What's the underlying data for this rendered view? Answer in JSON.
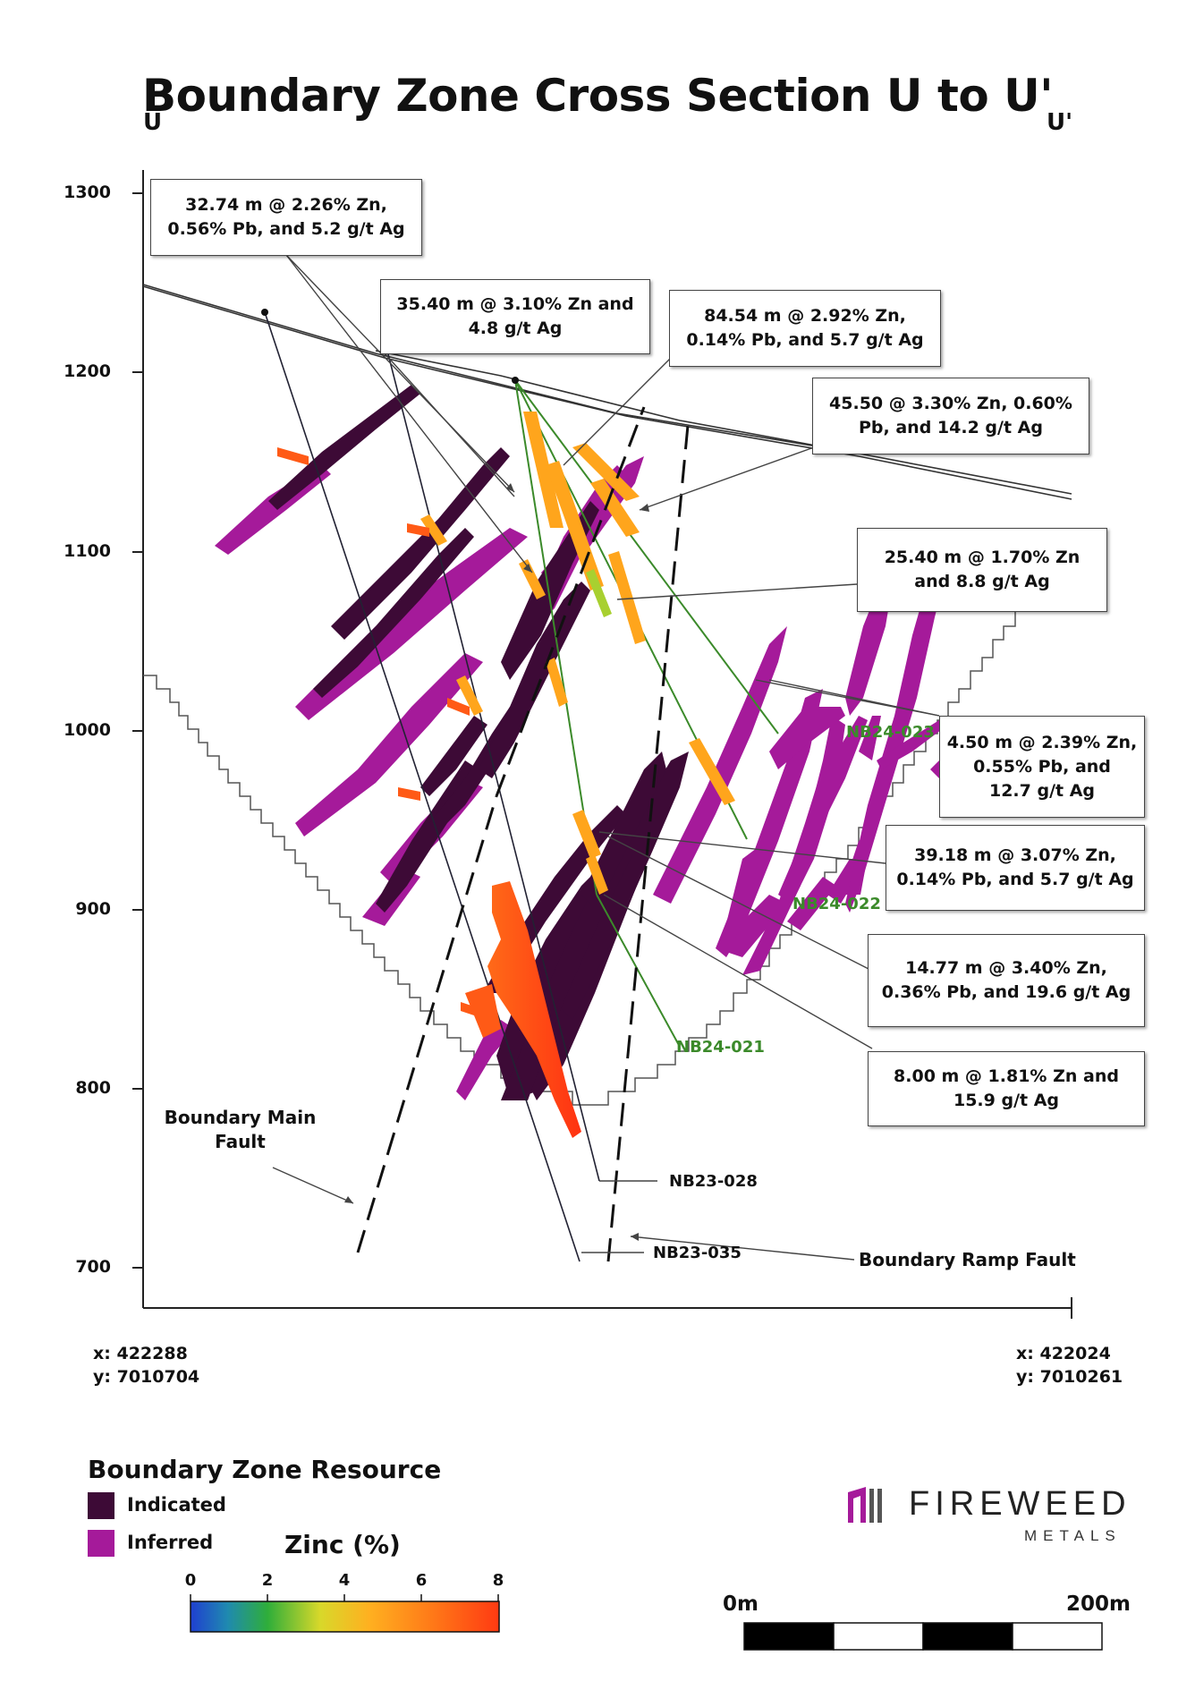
{
  "title": "Boundary Zone Cross Section U to U'",
  "section_start_label": "U",
  "section_end_label": "U'",
  "y_axis": {
    "ticks": [
      "1300",
      "1200",
      "1100",
      "1000",
      "900",
      "800",
      "700"
    ]
  },
  "callouts": [
    {
      "text": "32.74 m @ 2.26% Zn,\n0.56% Pb, and 5.2 g/t Ag"
    },
    {
      "text": "35.40 m @ 3.10% Zn and\n4.8 g/t Ag"
    },
    {
      "text": "84.54 m @ 2.92% Zn,\n0.14% Pb, and 5.7 g/t Ag"
    },
    {
      "text": "45.50 @ 3.30% Zn, 0.60%\nPb, and 14.2 g/t Ag"
    },
    {
      "text": "25.40 m @ 1.70% Zn\nand 8.8 g/t Ag"
    },
    {
      "text": "4.50 m @ 2.39% Zn,\n0.55% Pb, and\n12.7 g/t Ag"
    },
    {
      "text": "39.18 m @ 3.07% Zn,\n0.14% Pb, and 5.7 g/t Ag"
    },
    {
      "text": "14.77 m @ 3.40% Zn,\n0.36% Pb, and 19.6 g/t Ag"
    },
    {
      "text": "8.00 m @ 1.81% Zn and\n15.9 g/t Ag"
    }
  ],
  "drill_holes": [
    {
      "label": "NB24-023",
      "color": "#3b8a2a"
    },
    {
      "label": "NB24-022",
      "color": "#3b8a2a"
    },
    {
      "label": "NB24-021",
      "color": "#3b8a2a"
    },
    {
      "label": "NB23-028",
      "color": "#111111"
    },
    {
      "label": "NB23-035",
      "color": "#111111"
    }
  ],
  "faults": {
    "main": "Boundary Main\nFault",
    "ramp": "Boundary Ramp Fault"
  },
  "coordinates": {
    "start": "x: 422288\ny: 7010704",
    "end": "x: 422024\ny: 7010261"
  },
  "legend": {
    "title": "Boundary Zone Resource",
    "items": [
      {
        "label": "Indicated",
        "color": "#3d0a36"
      },
      {
        "label": "Inferred",
        "color": "#a51a9a"
      }
    ]
  },
  "colorbar": {
    "title": "Zinc (%)",
    "ticks": [
      "0",
      "2",
      "4",
      "6",
      "8"
    ],
    "min": 0,
    "max": 8
  },
  "scale_bar": {
    "start_label": "0m",
    "end_label": "200m"
  },
  "logo": {
    "name": "FIREWEED",
    "sub": "METALS"
  },
  "colors": {
    "indicated": "#3d0a36",
    "inferred": "#a51a9a",
    "trace_green": "#3b8a2a",
    "grade_high": "#ff4a12",
    "grade_mid": "#ffb020"
  }
}
